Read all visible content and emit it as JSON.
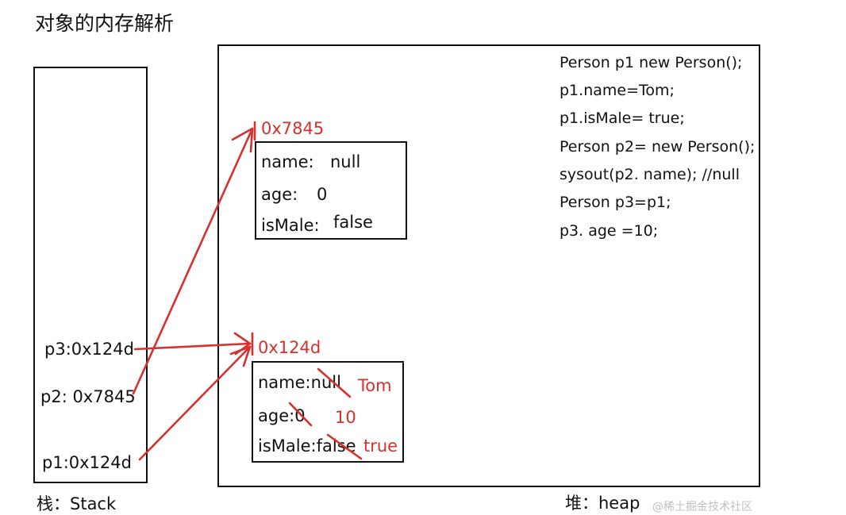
{
  "title": "对象的内存解析",
  "stack": {
    "label": "栈：Stack",
    "vars": [
      "p3:0x124d",
      "p2: 0x7845",
      "p1:0x124d"
    ]
  },
  "heap": {
    "label": "堆：heap",
    "object_a": {
      "address": "0x7845",
      "fields": [
        {
          "name": "name:",
          "value": "null"
        },
        {
          "name": "age:",
          "value": "0"
        },
        {
          "name": "isMale:",
          "value": "false"
        }
      ]
    },
    "object_b": {
      "address": "0x124d",
      "fields": [
        {
          "text": "name:null",
          "new_value": "Tom"
        },
        {
          "text": "age:0",
          "new_value": "10"
        },
        {
          "text": "isMale:false",
          "new_value": "true"
        }
      ]
    }
  },
  "code_lines": [
    "Person p1 new Person();",
    "p1.name=Tom;",
    "p1.isMale= true;",
    "Person p2= new Person();",
    "sysout(p2. name); //null",
    "Person p3=p1;",
    "p3. age =10;"
  ],
  "watermark": "@稀土掘金技术社区",
  "colors": {
    "pointer": "#d8302c",
    "outline": "#111111"
  }
}
